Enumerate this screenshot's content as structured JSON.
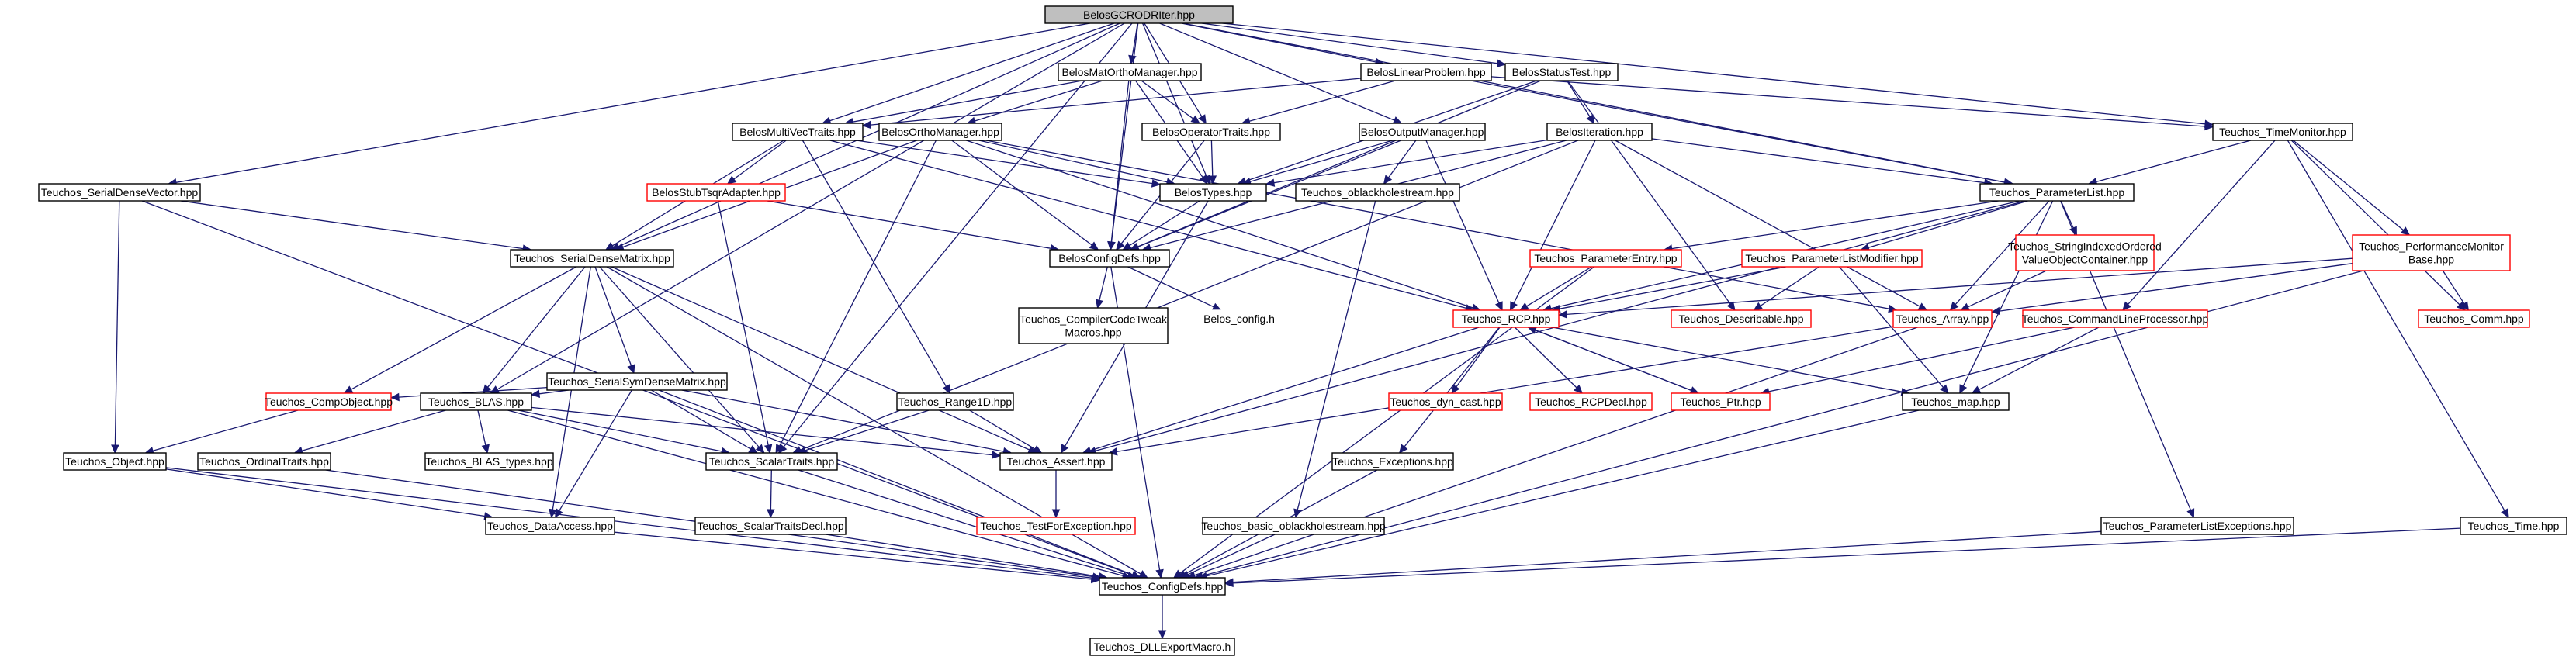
{
  "graph": {
    "title": "BelosGCRODRIter.hpp",
    "colors": {
      "edge": "#191970",
      "root_fill": "#bfbfbf",
      "node_border": "#000000",
      "truncated_border": "#ff0000",
      "node_fill": "#ffffff",
      "text": "#000000"
    },
    "nodes": [
      {
        "id": "root",
        "label": "BelosGCRODRIter.hpp",
        "root": true
      },
      {
        "id": "matortho",
        "label": "BelosMatOrthoManager.hpp"
      },
      {
        "id": "linprob",
        "label": "BelosLinearProblem.hpp"
      },
      {
        "id": "statustest",
        "label": "BelosStatusTest.hpp"
      },
      {
        "id": "multivec",
        "label": "BelosMultiVecTraits.hpp"
      },
      {
        "id": "orthomgr",
        "label": "BelosOrthoManager.hpp"
      },
      {
        "id": "optraits",
        "label": "BelosOperatorTraits.hpp"
      },
      {
        "id": "outmgr",
        "label": "BelosOutputManager.hpp"
      },
      {
        "id": "iteration",
        "label": "BelosIteration.hpp"
      },
      {
        "id": "timemon",
        "label": "Teuchos_TimeMonitor.hpp"
      },
      {
        "id": "sdvec",
        "label": "Teuchos_SerialDenseVector.hpp"
      },
      {
        "id": "tsqr",
        "label": "BelosStubTsqrAdapter.hpp",
        "truncated": true
      },
      {
        "id": "belostypes",
        "label": "BelosTypes.hpp"
      },
      {
        "id": "oblack",
        "label": "Teuchos_oblackholestream.hpp"
      },
      {
        "id": "paramlist",
        "label": "Teuchos_ParameterList.hpp"
      },
      {
        "id": "sdmat",
        "label": "Teuchos_SerialDenseMatrix.hpp"
      },
      {
        "id": "configdefs",
        "label": "BelosConfigDefs.hpp"
      },
      {
        "id": "paramentry",
        "label": "Teuchos_ParameterEntry.hpp",
        "truncated": true
      },
      {
        "id": "paramlistmod",
        "label": "Teuchos_ParameterListModifier.hpp",
        "truncated": true
      },
      {
        "id": "stringidx",
        "lines": [
          "Teuchos_StringIndexedOrdered",
          "ValueObjectContainer.hpp"
        ],
        "truncated": true
      },
      {
        "id": "perfmon",
        "lines": [
          "Teuchos_PerformanceMonitor",
          "Base.hpp"
        ],
        "truncated": true
      },
      {
        "id": "compilertweak",
        "lines": [
          "Teuchos_CompilerCodeTweak",
          "Macros.hpp"
        ]
      },
      {
        "id": "belosconfig",
        "label": "Belos_config.h",
        "borderless": true
      },
      {
        "id": "rcp",
        "label": "Teuchos_RCP.hpp",
        "truncated": true
      },
      {
        "id": "describable",
        "label": "Teuchos_Describable.hpp",
        "truncated": true
      },
      {
        "id": "array",
        "label": "Teuchos_Array.hpp",
        "truncated": true
      },
      {
        "id": "cmdline",
        "label": "Teuchos_CommandLineProcessor.hpp",
        "truncated": true
      },
      {
        "id": "comm",
        "label": "Teuchos_Comm.hpp",
        "truncated": true
      },
      {
        "id": "sdsym",
        "label": "Teuchos_SerialSymDenseMatrix.hpp"
      },
      {
        "id": "compobj",
        "label": "Teuchos_CompObject.hpp",
        "truncated": true
      },
      {
        "id": "blas",
        "label": "Teuchos_BLAS.hpp"
      },
      {
        "id": "range1d",
        "label": "Teuchos_Range1D.hpp"
      },
      {
        "id": "dyncast",
        "label": "Teuchos_dyn_cast.hpp",
        "truncated": true
      },
      {
        "id": "rcpdecl",
        "label": "Teuchos_RCPDecl.hpp",
        "truncated": true
      },
      {
        "id": "ptr",
        "label": "Teuchos_Ptr.hpp",
        "truncated": true
      },
      {
        "id": "map",
        "label": "Teuchos_map.hpp"
      },
      {
        "id": "object",
        "label": "Teuchos_Object.hpp"
      },
      {
        "id": "ordinal",
        "label": "Teuchos_OrdinalTraits.hpp"
      },
      {
        "id": "blastypes",
        "label": "Teuchos_BLAS_types.hpp"
      },
      {
        "id": "scalartraits",
        "label": "Teuchos_ScalarTraits.hpp"
      },
      {
        "id": "assert",
        "label": "Teuchos_Assert.hpp"
      },
      {
        "id": "exceptions",
        "label": "Teuchos_Exceptions.hpp"
      },
      {
        "id": "dataaccess",
        "label": "Teuchos_DataAccess.hpp"
      },
      {
        "id": "scalardecl",
        "label": "Teuchos_ScalarTraitsDecl.hpp"
      },
      {
        "id": "testforexc",
        "label": "Teuchos_TestForException.hpp",
        "truncated": true
      },
      {
        "id": "basicoblack",
        "label": "Teuchos_basic_oblackholestream.hpp"
      },
      {
        "id": "plexc",
        "label": "Teuchos_ParameterListExceptions.hpp"
      },
      {
        "id": "time",
        "label": "Teuchos_Time.hpp"
      },
      {
        "id": "tconfig",
        "label": "Teuchos_ConfigDefs.hpp"
      },
      {
        "id": "dllexport",
        "label": "Teuchos_DLLExportMacro.h"
      }
    ],
    "edges": [
      [
        "root",
        "matortho"
      ],
      [
        "root",
        "linprob"
      ],
      [
        "root",
        "statustest"
      ],
      [
        "root",
        "multivec"
      ],
      [
        "root",
        "optraits"
      ],
      [
        "root",
        "outmgr"
      ],
      [
        "root",
        "timemon"
      ],
      [
        "root",
        "sdvec"
      ],
      [
        "root",
        "belostypes"
      ],
      [
        "root",
        "paramlist"
      ],
      [
        "root",
        "sdmat"
      ],
      [
        "root",
        "configdefs"
      ],
      [
        "root",
        "blas"
      ],
      [
        "root",
        "scalartraits"
      ],
      [
        "matortho",
        "multivec"
      ],
      [
        "matortho",
        "orthomgr"
      ],
      [
        "matortho",
        "optraits"
      ],
      [
        "matortho",
        "configdefs"
      ],
      [
        "matortho",
        "belostypes"
      ],
      [
        "linprob",
        "multivec"
      ],
      [
        "linprob",
        "optraits"
      ],
      [
        "linprob",
        "paramlist"
      ],
      [
        "linprob",
        "timemon"
      ],
      [
        "statustest",
        "iteration"
      ],
      [
        "statustest",
        "belostypes"
      ],
      [
        "statustest",
        "configdefs"
      ],
      [
        "statustest",
        "describable"
      ],
      [
        "multivec",
        "belostypes"
      ],
      [
        "multivec",
        "tsqr"
      ],
      [
        "multivec",
        "sdmat"
      ],
      [
        "multivec",
        "range1d"
      ],
      [
        "multivec",
        "rcp"
      ],
      [
        "orthomgr",
        "belostypes"
      ],
      [
        "orthomgr",
        "configdefs"
      ],
      [
        "orthomgr",
        "sdmat"
      ],
      [
        "orthomgr",
        "rcp"
      ],
      [
        "orthomgr",
        "array"
      ],
      [
        "orthomgr",
        "scalartraits"
      ],
      [
        "optraits",
        "belostypes"
      ],
      [
        "optraits",
        "configdefs"
      ],
      [
        "outmgr",
        "belostypes"
      ],
      [
        "outmgr",
        "configdefs"
      ],
      [
        "outmgr",
        "oblack"
      ],
      [
        "outmgr",
        "rcp"
      ],
      [
        "iteration",
        "belostypes"
      ],
      [
        "iteration",
        "paramlist"
      ],
      [
        "iteration",
        "configdefs"
      ],
      [
        "iteration",
        "rcp"
      ],
      [
        "iteration",
        "array"
      ],
      [
        "iteration",
        "scalartraits"
      ],
      [
        "timemon",
        "paramlist"
      ],
      [
        "timemon",
        "perfmon"
      ],
      [
        "timemon",
        "comm"
      ],
      [
        "timemon",
        "time"
      ],
      [
        "timemon",
        "cmdline"
      ],
      [
        "sdvec",
        "sdmat"
      ],
      [
        "sdvec",
        "object"
      ],
      [
        "sdvec",
        "tconfig"
      ],
      [
        "tsqr",
        "configdefs"
      ],
      [
        "tsqr",
        "scalartraits"
      ],
      [
        "belostypes",
        "configdefs"
      ],
      [
        "belostypes",
        "assert"
      ],
      [
        "oblack",
        "basicoblack"
      ],
      [
        "paramlist",
        "paramentry"
      ],
      [
        "paramlist",
        "paramlistmod"
      ],
      [
        "paramlist",
        "stringidx"
      ],
      [
        "paramlist",
        "rcp"
      ],
      [
        "paramlist",
        "array"
      ],
      [
        "paramlist",
        "map"
      ],
      [
        "paramlist",
        "assert"
      ],
      [
        "paramlist",
        "plexc"
      ],
      [
        "sdmat",
        "compobj"
      ],
      [
        "sdmat",
        "blas"
      ],
      [
        "sdmat",
        "sdsym"
      ],
      [
        "sdmat",
        "dataaccess"
      ],
      [
        "sdmat",
        "scalartraits"
      ],
      [
        "sdmat",
        "assert"
      ],
      [
        "sdmat",
        "tconfig"
      ],
      [
        "configdefs",
        "compilertweak"
      ],
      [
        "configdefs",
        "belosconfig"
      ],
      [
        "configdefs",
        "tconfig"
      ],
      [
        "paramentry",
        "rcp"
      ],
      [
        "paramentry",
        "tconfig"
      ],
      [
        "paramlistmod",
        "rcp"
      ],
      [
        "paramlistmod",
        "describable"
      ],
      [
        "paramlistmod",
        "map"
      ],
      [
        "stringidx",
        "array"
      ],
      [
        "perfmon",
        "rcp"
      ],
      [
        "perfmon",
        "array"
      ],
      [
        "perfmon",
        "comm"
      ],
      [
        "perfmon",
        "tconfig"
      ],
      [
        "rcp",
        "dyncast"
      ],
      [
        "rcp",
        "rcpdecl"
      ],
      [
        "rcp",
        "ptr"
      ],
      [
        "rcp",
        "exceptions"
      ],
      [
        "rcp",
        "assert"
      ],
      [
        "rcp",
        "map"
      ],
      [
        "ptr",
        "rcp"
      ],
      [
        "array",
        "assert"
      ],
      [
        "array",
        "tconfig"
      ],
      [
        "cmdline",
        "ptr"
      ],
      [
        "cmdline",
        "map"
      ],
      [
        "sdsym",
        "compobj"
      ],
      [
        "sdsym",
        "blas"
      ],
      [
        "sdsym",
        "dataaccess"
      ],
      [
        "sdsym",
        "scalartraits"
      ],
      [
        "sdsym",
        "assert"
      ],
      [
        "sdsym",
        "tconfig"
      ],
      [
        "compobj",
        "object"
      ],
      [
        "blas",
        "ordinal"
      ],
      [
        "blas",
        "blastypes"
      ],
      [
        "blas",
        "scalartraits"
      ],
      [
        "blas",
        "assert"
      ],
      [
        "blas",
        "tconfig"
      ],
      [
        "range1d",
        "scalartraits"
      ],
      [
        "range1d",
        "assert"
      ],
      [
        "map",
        "tconfig"
      ],
      [
        "object",
        "dataaccess"
      ],
      [
        "object",
        "tconfig"
      ],
      [
        "ordinal",
        "tconfig"
      ],
      [
        "scalartraits",
        "scalardecl"
      ],
      [
        "scalartraits",
        "tconfig"
      ],
      [
        "assert",
        "testforexc"
      ],
      [
        "exceptions",
        "tconfig"
      ],
      [
        "dataaccess",
        "tconfig"
      ],
      [
        "scalardecl",
        "tconfig"
      ],
      [
        "basicoblack",
        "tconfig"
      ],
      [
        "plexc",
        "tconfig"
      ],
      [
        "time",
        "tconfig"
      ],
      [
        "tconfig",
        "dllexport"
      ]
    ]
  }
}
